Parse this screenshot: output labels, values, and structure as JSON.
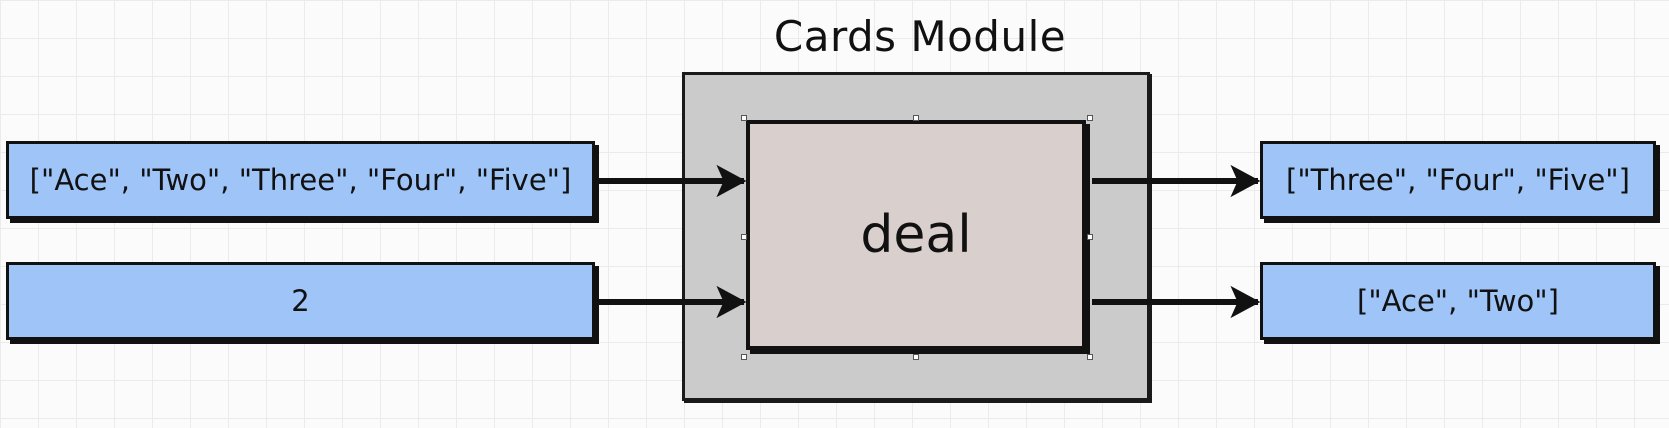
{
  "title": "Cards Module",
  "function_name": "deal",
  "inputs": [
    {
      "text": "[\"Ace\", \"Two\", \"Three\", \"Four\", \"Five\"]"
    },
    {
      "text": "2"
    }
  ],
  "outputs": [
    {
      "text": "[\"Three\", \"Four\", \"Five\"]"
    },
    {
      "text": "[\"Ace\", \"Two\"]"
    }
  ],
  "colors": {
    "value_box": "#9fc5f8",
    "module_fill": "#cbcbcb",
    "function_fill": "#d9cfcc",
    "stroke": "#111111"
  }
}
